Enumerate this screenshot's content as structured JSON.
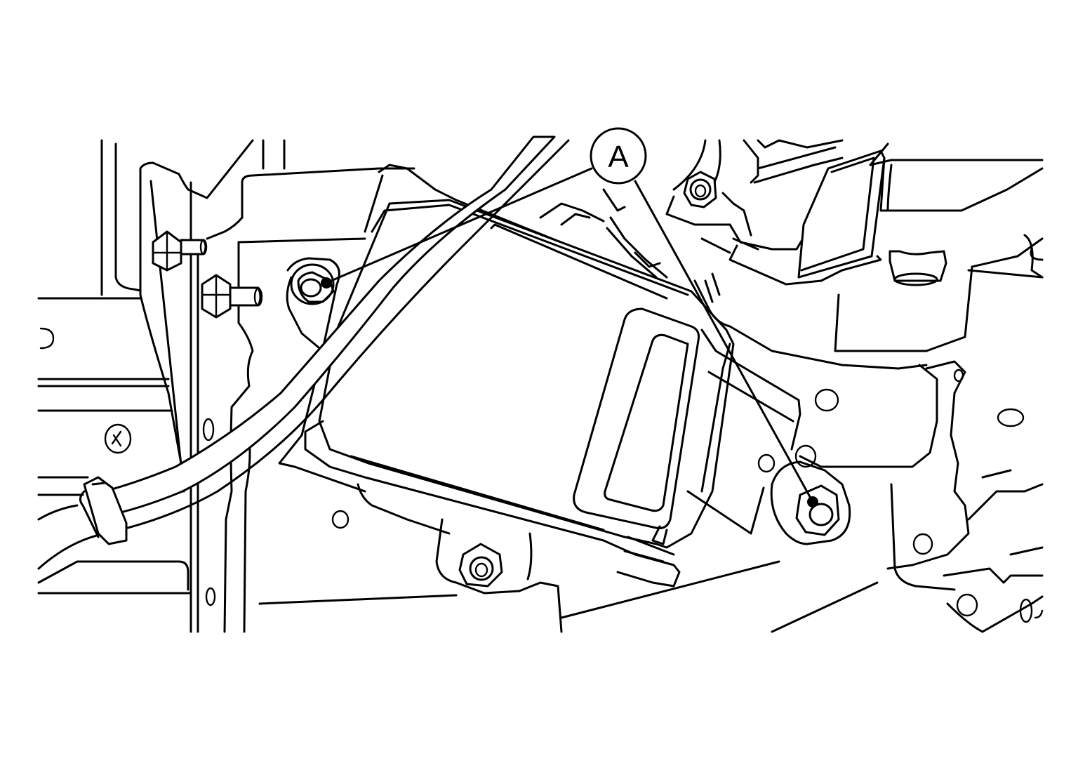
{
  "diagram": {
    "callout": {
      "label": "A"
    },
    "colors": {
      "line": "#000000",
      "background": "#ffffff"
    },
    "parts": [
      "mounting-bolt",
      "mounting-bolt",
      "control-module",
      "wire-harness",
      "harness-clip",
      "vehicle-body-panel",
      "mounting-nut",
      "mounting-stud"
    ]
  }
}
